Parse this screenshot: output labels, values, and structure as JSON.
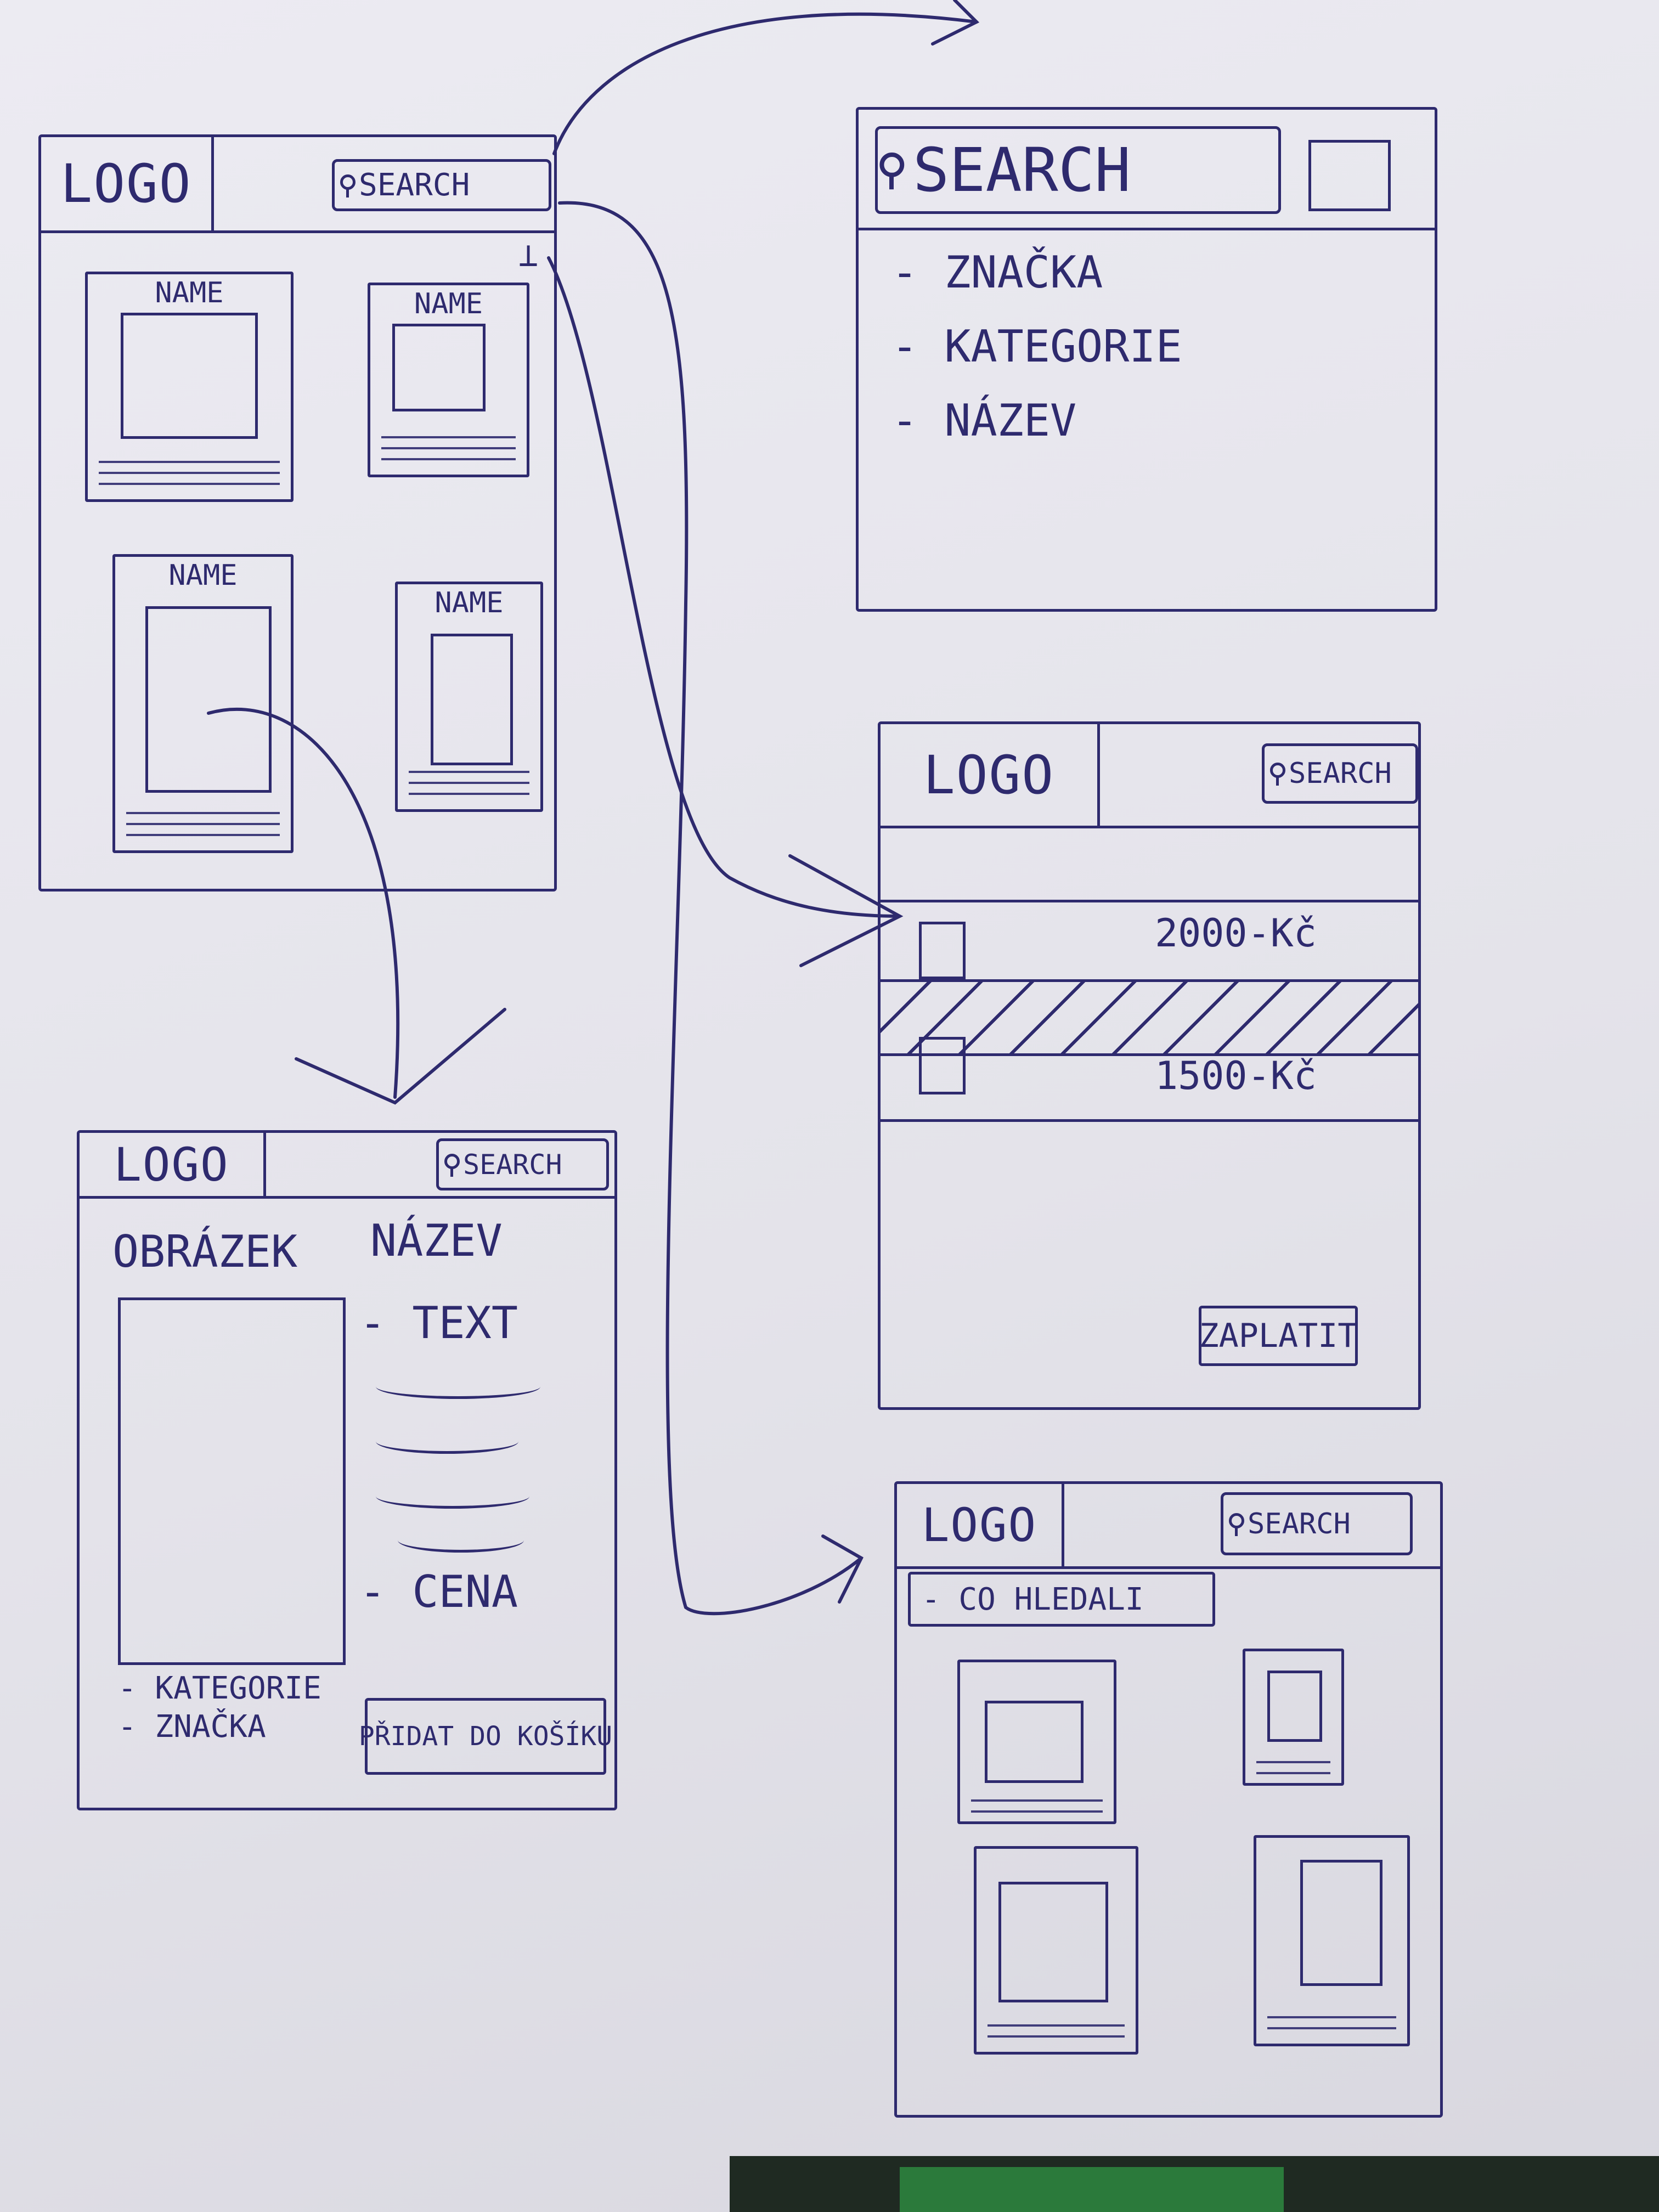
{
  "sketch_main": {
    "logo": "LOGO",
    "search": "SEARCH",
    "cart_mark": "⊥",
    "cards": [
      "NAME",
      "NAME",
      "NAME",
      "NAME"
    ]
  },
  "sketch_search": {
    "search": "SEARCH",
    "options": [
      "- ZNAČKA",
      "- KATEGORIE",
      "- NÁZEV"
    ]
  },
  "sketch_cart": {
    "logo": "LOGO",
    "search": "SEARCH",
    "items": [
      {
        "price": "2000-Kč"
      },
      {
        "price": "1500-Kč"
      }
    ],
    "pay_button": "ZAPLATIT"
  },
  "sketch_detail": {
    "logo": "LOGO",
    "search": "SEARCH",
    "image_label": "OBRÁZEK",
    "name_label": "NÁZEV",
    "text_label": "- TEXT",
    "price_label": "- CENA",
    "category": "- KATEGORIE",
    "brand": "- ZNAČKA",
    "add_button": "PŘIDAT DO KOŠÍKU"
  },
  "sketch_results": {
    "logo": "LOGO",
    "search": "SEARCH",
    "query": "- CO HLEDALI"
  }
}
